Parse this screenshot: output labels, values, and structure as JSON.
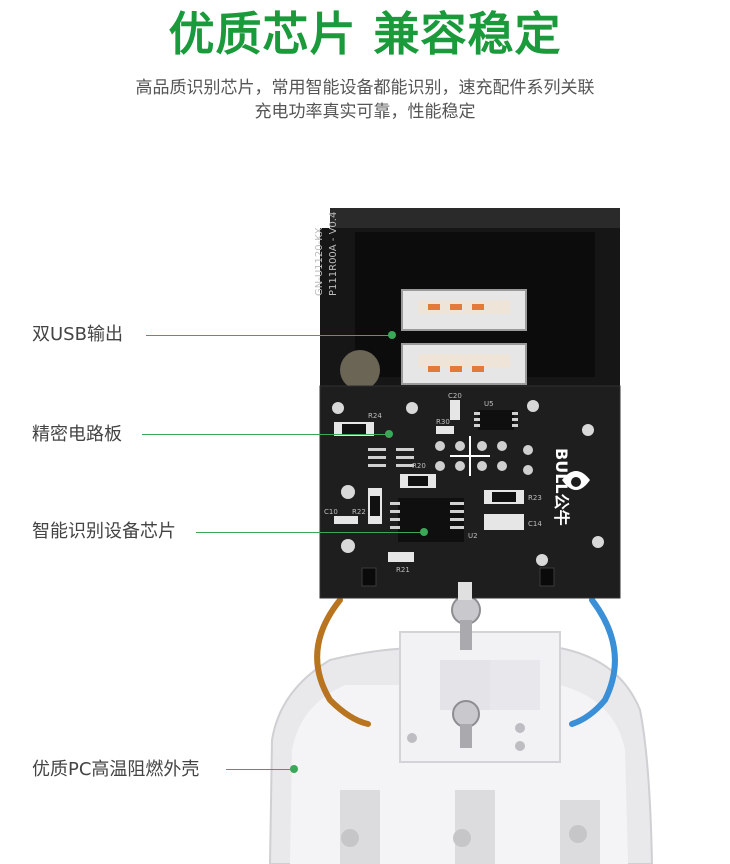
{
  "header": {
    "title": "优质芯片 兼容稳定",
    "subtitle_line1": "高品质识别芯片，常用智能设备都能识别，速充配件系列关联",
    "subtitle_line2": "充电功率真实可靠，性能稳定"
  },
  "callouts": [
    {
      "label": "双USB输出"
    },
    {
      "label": "精密电路板"
    },
    {
      "label": "智能识别设备芯片"
    },
    {
      "label": "优质PC高温阻燃外壳"
    }
  ],
  "pcb": {
    "model_line1": "GN-U1120-KX",
    "model_line2": "P111R00A - V0.4",
    "brand": "BULL公牛",
    "silkscreen": [
      "R24",
      "C20",
      "U5",
      "R30",
      "R20",
      "R23",
      "C10",
      "R22",
      "C14",
      "U2",
      "R21"
    ]
  },
  "colors": {
    "accent": "#1a9a3a",
    "leader": "#3aa856",
    "pcb": "#1e1e1e",
    "wire_brown": "#b8741e",
    "wire_blue": "#3a8fd6"
  }
}
